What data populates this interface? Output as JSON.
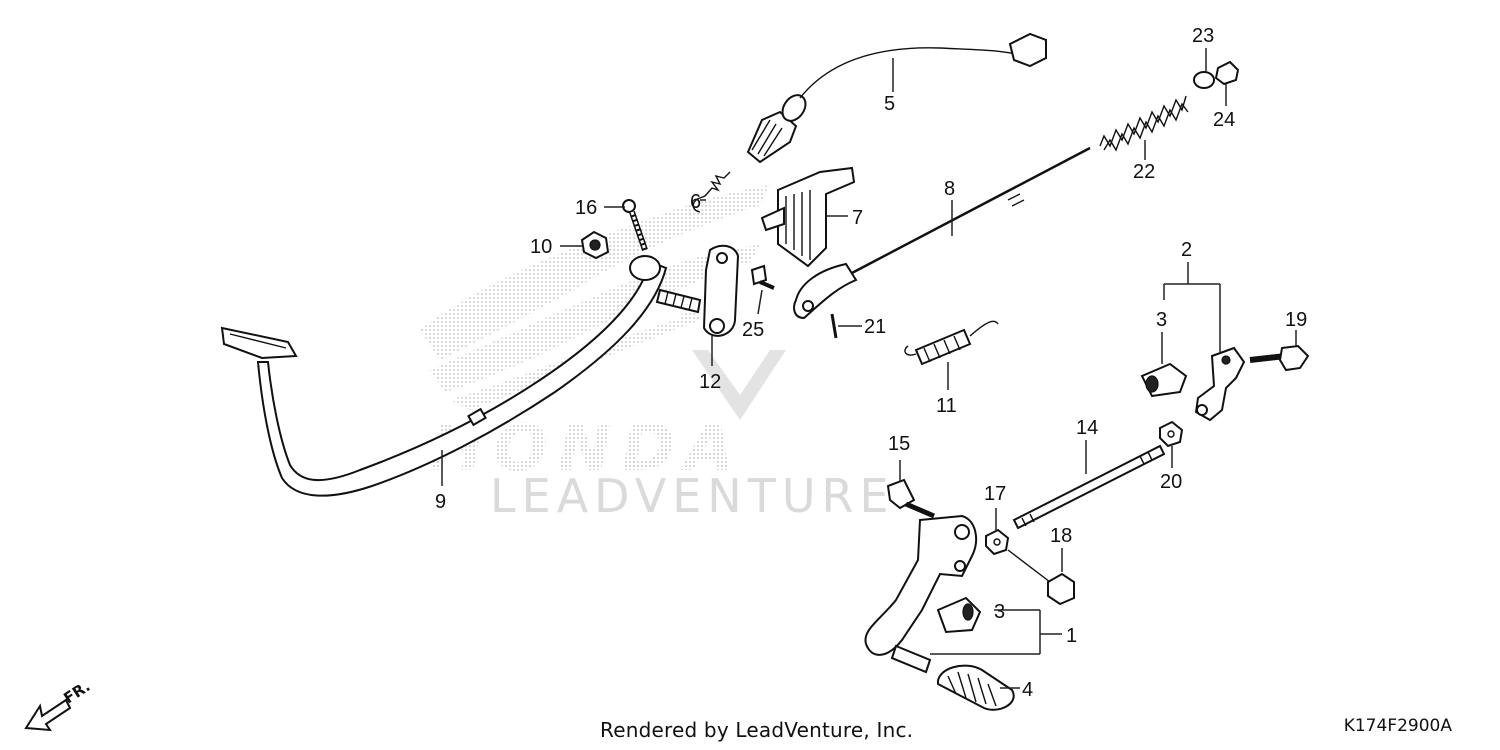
{
  "diagram": {
    "callouts": {
      "c1": "1",
      "c2": "2",
      "c3a": "3",
      "c3b": "3",
      "c4": "4",
      "c5": "5",
      "c6": "6",
      "c7": "7",
      "c8": "8",
      "c9": "9",
      "c10": "10",
      "c11": "11",
      "c12": "12",
      "c14": "14",
      "c15": "15",
      "c16": "16",
      "c17": "17",
      "c18": "18",
      "c19": "19",
      "c20": "20",
      "c21": "21",
      "c22": "22",
      "c23": "23",
      "c24": "24",
      "c25": "25"
    },
    "front_indicator": "FR.",
    "watermark": {
      "brand": "HONDA",
      "text": "LEADVENTURE",
      "color": "#d6d6d6"
    }
  },
  "footer": {
    "credit": "Rendered by LeadVenture, Inc.",
    "diagram_code": "K174F2900A"
  }
}
